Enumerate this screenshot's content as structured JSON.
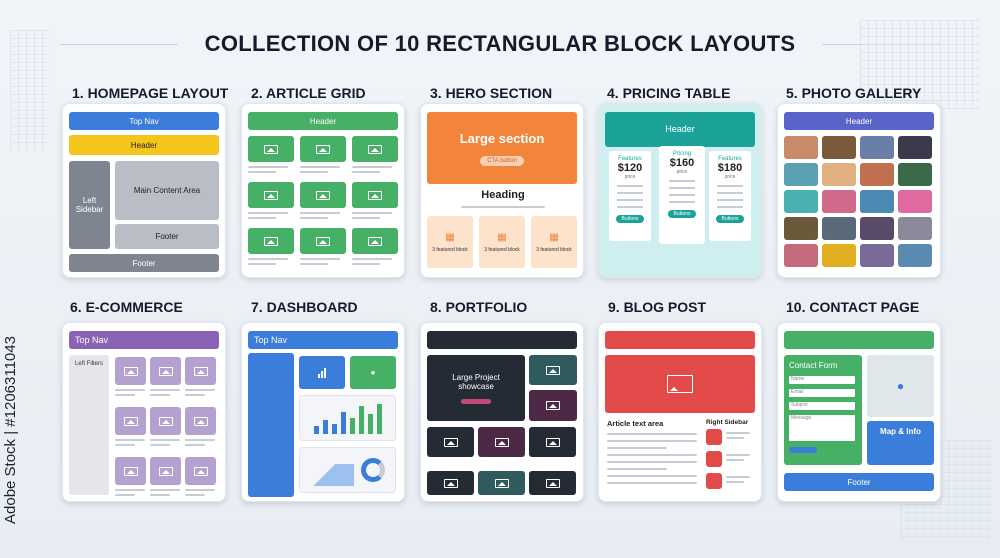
{
  "title": "COLLECTION OF 10 RECTANGULAR BLOCK LAYOUTS",
  "watermark": "Adobe Stock | #1206311043",
  "colors": {
    "blue": "#3b7ddb",
    "green": "#45b066",
    "orange": "#f2853a",
    "teal": "#1ba39a",
    "indigo": "#5a63c9",
    "purple": "#8a63b5",
    "red": "#e34a4a",
    "dark": "#242b35",
    "yellow": "#f5c51c"
  },
  "cards": [
    {
      "title": "1. HOMEPAGE LAYOUT",
      "top_nav": "Top Nav",
      "header": "Header",
      "left_sidebar": "Left Sidebar",
      "main": "Main Content Area",
      "footer_inner": "Footer",
      "footer": "Footer"
    },
    {
      "title": "2. ARTICLE GRID",
      "header": "Header"
    },
    {
      "title": "3. HERO SECTION",
      "large_section": "Large section",
      "cta": "CTA button",
      "heading": "Heading",
      "featured": [
        "3 featured block",
        "3 featured block",
        "3 featured block"
      ]
    },
    {
      "title": "4. PRICING TABLE",
      "header": "Header",
      "plans": [
        {
          "name": "Features",
          "price": "$120",
          "sub": "price",
          "btn": "Buttons"
        },
        {
          "name": "Pricing",
          "price": "$160",
          "sub": "price",
          "btn": "Buttons"
        },
        {
          "name": "Features",
          "price": "$180",
          "sub": "price",
          "btn": "Buttons"
        }
      ]
    },
    {
      "title": "5. PHOTO GALLERY",
      "header": "Header"
    },
    {
      "title": "6. E-COMMERCE",
      "top_nav": "Top Nav",
      "left_filters": "Left Filters"
    },
    {
      "title": "7. DASHBOARD",
      "top_nav": "Top Nav"
    },
    {
      "title": "8. PORTFOLIO",
      "project": "Large Project showcase"
    },
    {
      "title": "9. BLOG POST",
      "article": "Article text area",
      "right_sidebar": "Right Sidebar"
    },
    {
      "title": "10. CONTACT PAGE",
      "form": "Contact Form",
      "fields": [
        "Name",
        "Email",
        "Subject",
        "Message"
      ],
      "map": "Map & Info",
      "footer": "Footer"
    }
  ]
}
